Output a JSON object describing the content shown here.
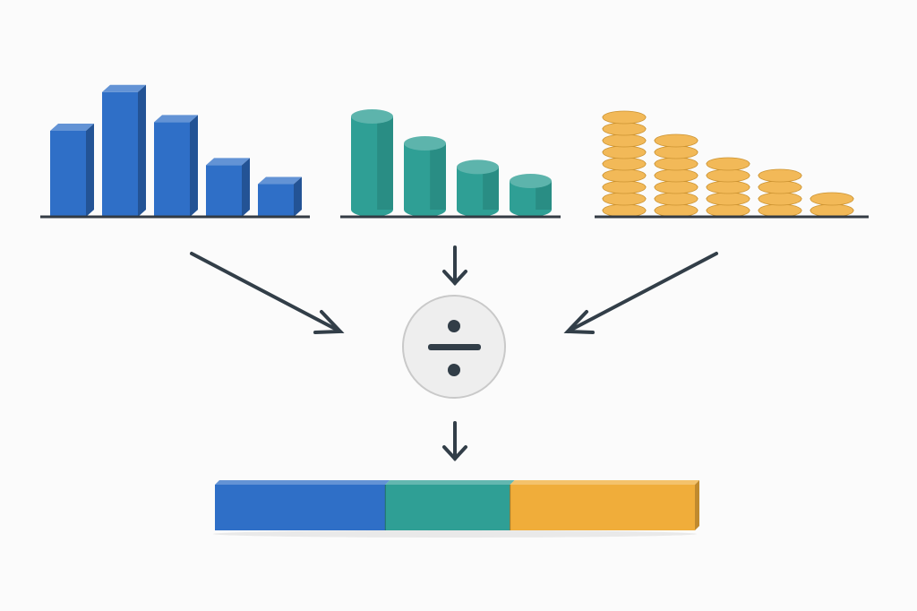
{
  "colors": {
    "background": "#fbfbfb",
    "blue": "#2f6fc7",
    "teal": "#2f9f95",
    "gold": "#f0ad3a",
    "arrow": "#323e48",
    "baseline": "#333b44",
    "operator_fill": "#eeeeee",
    "operator_stroke": "#c9c9c9"
  },
  "groups": [
    {
      "id": "boxes",
      "shape": "box",
      "color": "blue",
      "relative_heights": [
        1.0,
        1.45,
        1.1,
        0.6,
        0.38
      ]
    },
    {
      "id": "cylinders",
      "shape": "cylinder",
      "color": "teal",
      "relative_heights": [
        1.0,
        0.75,
        0.53,
        0.4
      ]
    },
    {
      "id": "coins",
      "shape": "coin-stack",
      "color": "gold",
      "coin_counts": [
        9,
        7,
        5,
        4,
        2
      ]
    }
  ],
  "operator": {
    "icon": "divide-icon"
  },
  "result_bar": {
    "segments": [
      {
        "color": "blue",
        "fraction": 0.355
      },
      {
        "color": "teal",
        "fraction": 0.26
      },
      {
        "color": "gold",
        "fraction": 0.385
      }
    ]
  }
}
